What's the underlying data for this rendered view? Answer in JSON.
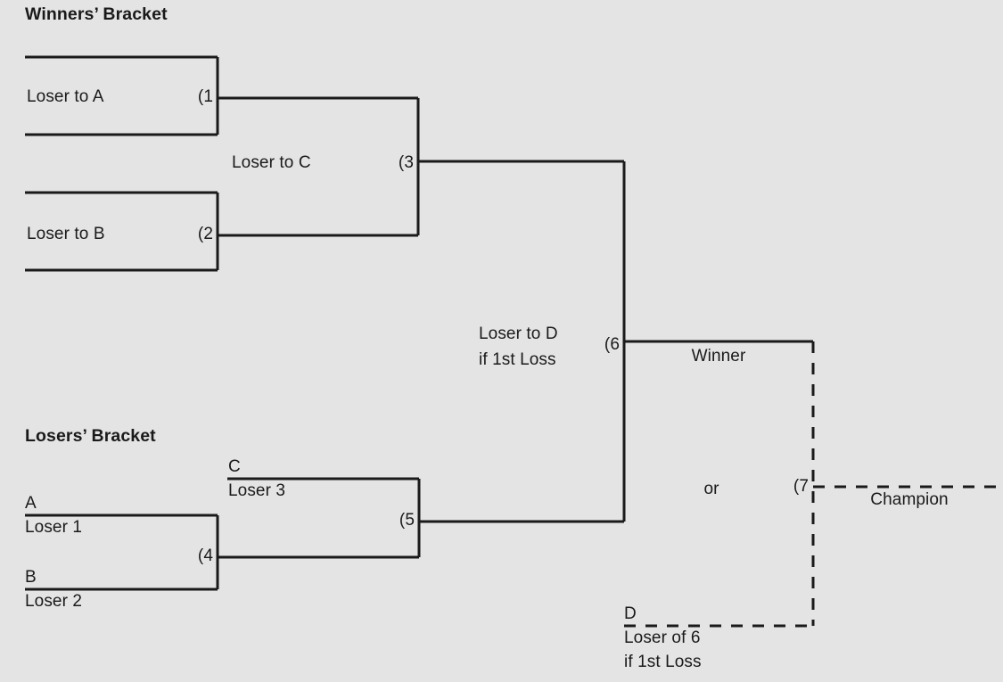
{
  "diagram": {
    "type": "double-elimination-tournament-bracket",
    "background_color": "#e4e4e4",
    "line_color": "#1a1a1a",
    "text_color": "#1a1a1a"
  },
  "headings": {
    "winners": "Winners’ Bracket",
    "losers": "Losers’ Bracket"
  },
  "winners_bracket": {
    "match1": {
      "label": "Loser to A",
      "number": "(1"
    },
    "match2": {
      "label": "Loser to B",
      "number": "(2"
    },
    "match3": {
      "label": "Loser to C",
      "number": "(3"
    },
    "match6": {
      "label_line1": "Loser to D",
      "label_line2": "if 1st Loss",
      "number": "(6"
    }
  },
  "losers_bracket": {
    "slot_a": {
      "code": "A",
      "source": "Loser 1"
    },
    "slot_b": {
      "code": "B",
      "source": "Loser 2"
    },
    "slot_c": {
      "code": "C",
      "source": "Loser 3"
    },
    "slot_d": {
      "code": "D",
      "source_line1": "Loser of 6",
      "source_line2": "if 1st Loss"
    },
    "match4": {
      "number": "(4"
    },
    "match5": {
      "number": "(5"
    }
  },
  "final": {
    "winner_label": "Winner",
    "or_label": "or",
    "match7": {
      "number": "(7"
    },
    "champion_label": "Champion"
  }
}
